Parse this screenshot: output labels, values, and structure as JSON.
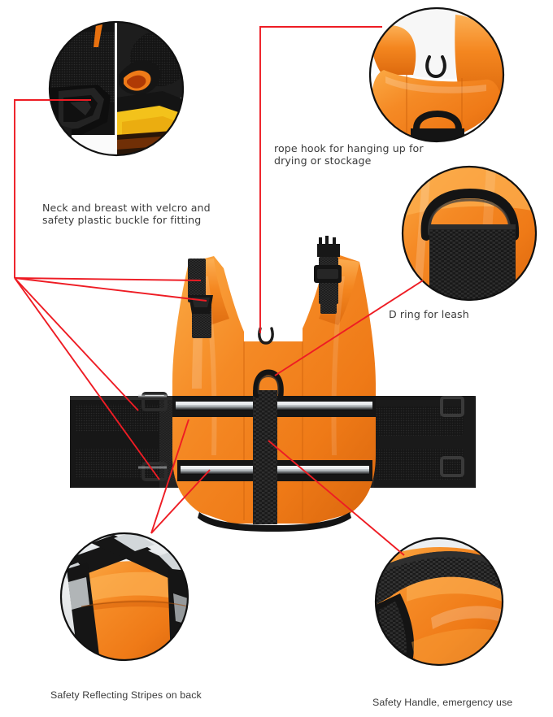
{
  "product": {
    "name": "dog-life-vest",
    "body_color": "#f0801f",
    "body_color_light": "#fca33c",
    "body_color_dark": "#d4650f",
    "strap_color": "#1a1a1a",
    "reflective_color": "#c9cdd0",
    "leader_color": "#ee1c24"
  },
  "callouts": [
    {
      "id": "neck-breast",
      "label": "Neck and breast with velcro and\nsafety plastic buckle for fitting",
      "position": "top-left",
      "font": "humanist"
    },
    {
      "id": "rope-hook",
      "label": "rope hook for hanging up for\ndrying or stockage",
      "position": "top-right",
      "font": "humanist"
    },
    {
      "id": "d-ring",
      "label": "D ring for leash",
      "position": "right-middle",
      "font": "humanist"
    },
    {
      "id": "reflecting-stripes",
      "label": "Safety Reflecting Stripes on back",
      "position": "bottom-left",
      "font": "grotesk"
    },
    {
      "id": "safety-handle",
      "label": "Safety Handle, emergency use",
      "position": "bottom-right",
      "font": "grotesk"
    }
  ]
}
